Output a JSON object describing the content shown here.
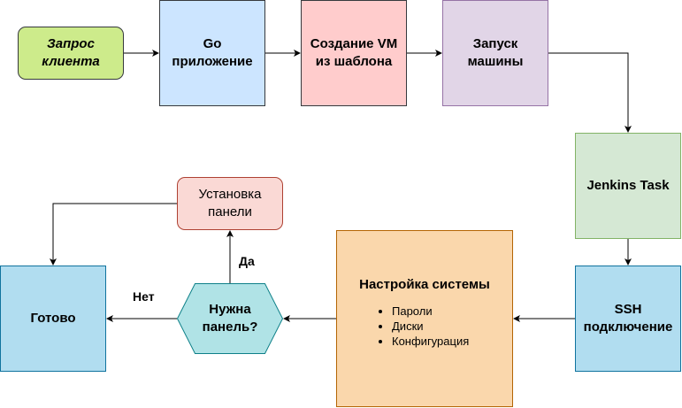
{
  "nodes": {
    "request": {
      "line1": "Запрос",
      "line2": "клиента"
    },
    "go_app": {
      "line1": "Go",
      "line2": "приложение"
    },
    "create_vm": {
      "line1": "Создание VM",
      "line2": "из шаблона"
    },
    "start_machine": {
      "line1": "Запуск",
      "line2": "машины"
    },
    "jenkins": {
      "label": "Jenkins Task"
    },
    "ssh": {
      "line1": "SSH",
      "line2": "подключение"
    },
    "settings": {
      "title": "Настройка системы",
      "items": [
        "Пароли",
        "Диски",
        "Конфигурация"
      ]
    },
    "need_panel": {
      "line1": "Нужна",
      "line2": "панель?"
    },
    "install_panel": {
      "line1": "Установка",
      "line2": "панели"
    },
    "done": {
      "label": "Готово"
    }
  },
  "edge_labels": {
    "yes": "Да",
    "no": "Нет"
  },
  "colors": {
    "request_fill": "#cdeb8b",
    "request_stroke": "#36393d",
    "go_fill": "#cce5ff",
    "go_stroke": "#36393d",
    "vm_fill": "#ffcccc",
    "vm_stroke": "#36393d",
    "start_fill": "#e1d5e7",
    "start_stroke": "#9673a6",
    "jenkins_fill": "#d5e8d4",
    "jenkins_stroke": "#82b366",
    "ssh_fill": "#b1ddf0",
    "ssh_stroke": "#10739e",
    "settings_fill": "#fad7ac",
    "settings_stroke": "#b46504",
    "decision_fill": "#b0e3e6",
    "decision_stroke": "#0e8088",
    "install_fill": "#fad9d5",
    "install_stroke": "#ae4132",
    "done_fill": "#b1ddf0",
    "done_stroke": "#10739e"
  }
}
